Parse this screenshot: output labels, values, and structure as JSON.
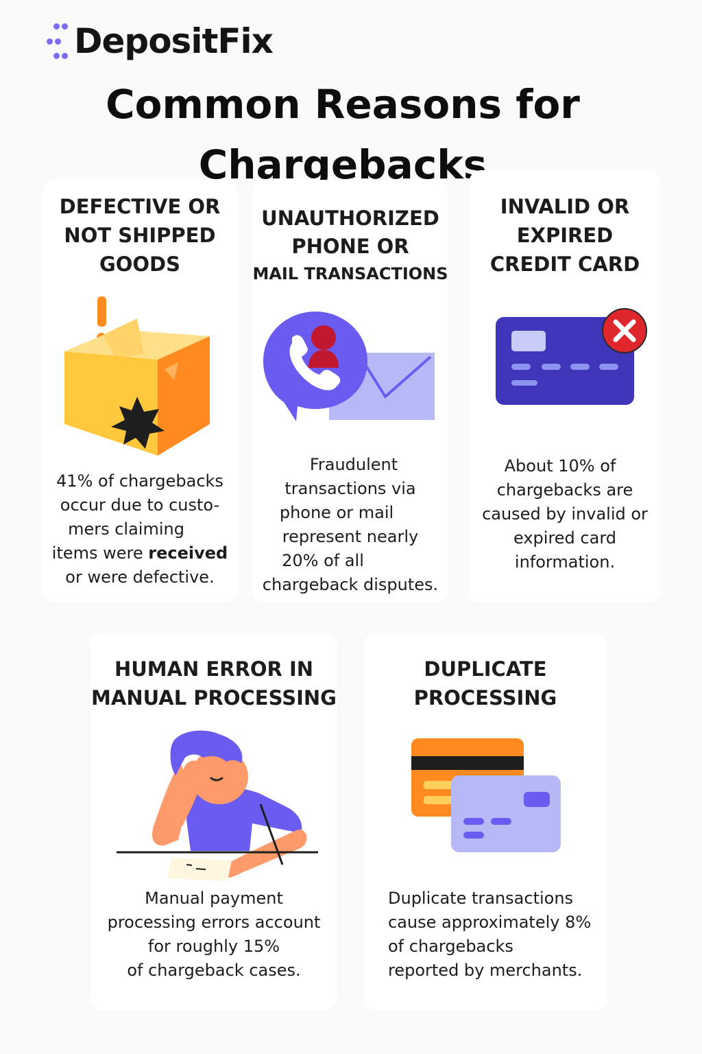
{
  "brand": {
    "name": "DepositFix",
    "accent": "#7b6cf6"
  },
  "page_title": {
    "line1": "Common Reasons for",
    "line2": "Chargebacks"
  },
  "cards": [
    {
      "icon": "damaged-box-icon",
      "title": [
        "DEFECTIVE OR",
        "NOT SHIPPED",
        "GOODS"
      ],
      "body_lines": [
        "41% of chargebacks",
        "occur due to custo-",
        "mers claiming"
      ],
      "body_line4_pre": "items were ",
      "body_line4_bold": "received",
      "body_line5": "or were defective."
    },
    {
      "icon": "phone-mail-icon",
      "title": [
        "UNAUTHORIZED",
        "PHONE OR",
        "MAIL TRANSACTIONS"
      ],
      "body_lines": [
        "Fraudulent",
        "transactions via",
        "phone or mail",
        "represent nearly",
        "20% of all",
        "chargeback disputes."
      ]
    },
    {
      "icon": "invalid-card-icon",
      "title": [
        "INVALID OR",
        "EXPIRED",
        "CREDIT CARD"
      ],
      "body_lines": [
        "About 10% of",
        "chargebacks are",
        "caused by invalid or",
        "expired card",
        "information."
      ]
    },
    {
      "icon": "stressed-person-icon",
      "title": [
        "HUMAN ERROR IN",
        "MANUAL PROCESSING"
      ],
      "body_lines": [
        "Manual payment",
        "processing errors account",
        "for roughly 15%",
        "of chargeback cases."
      ]
    },
    {
      "icon": "duplicate-cards-icon",
      "title": [
        "DUPLICATE",
        "PROCESSING"
      ],
      "body_lines": [
        "Duplicate transactions",
        "cause approximately 8%",
        "of chargebacks",
        "reported by merchants."
      ]
    }
  ],
  "colors": {
    "orange": "#ff8a1f",
    "yellow": "#ffc83d",
    "purple": "#6a5cf0",
    "navy": "#3f35b8",
    "lavender": "#b7b9f7",
    "red": "#e0262d",
    "crimson": "#c1182f"
  }
}
